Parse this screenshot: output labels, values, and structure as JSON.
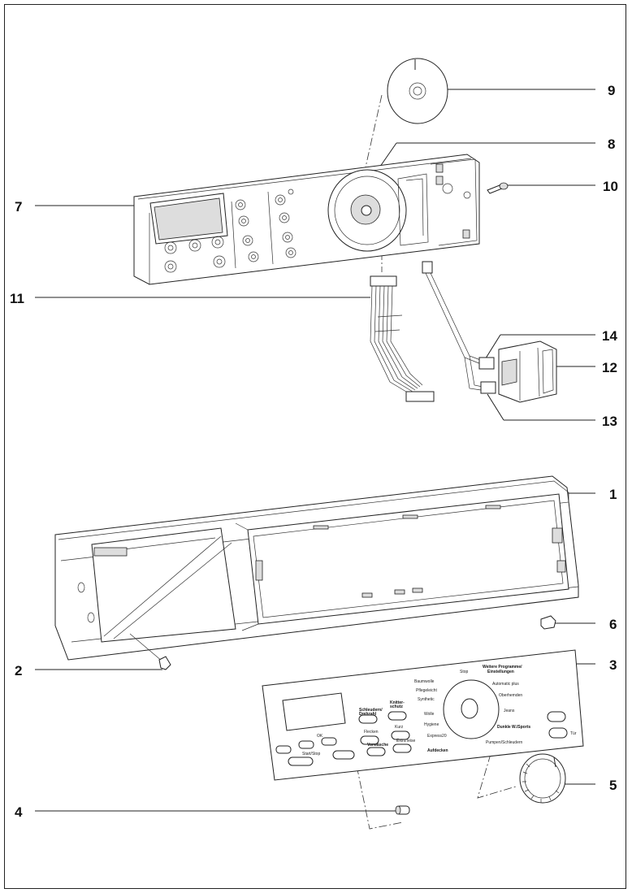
{
  "diagram": {
    "callouts": [
      "9",
      "8",
      "10",
      "7",
      "11",
      "14",
      "12",
      "13",
      "1",
      "6",
      "2",
      "3",
      "5",
      "4"
    ],
    "panel_labels": {
      "baumwolle": "Baumwolle",
      "pflegeleicht": "Pflegeleicht",
      "synthetic": "Synthetic",
      "wolle": "Wolle",
      "hygiene": "Hygiene",
      "express": "Express20",
      "stop": "Stop",
      "weitere": "Weitere Programme/",
      "einstellungen": "Einstellungen",
      "automatic": "Automatic plus",
      "oberhemden": "Oberhemden",
      "jeans": "Jeans",
      "dunkle": "Dunkle W./Sports",
      "pumpen": "Pumpen/Schleudern",
      "aufdecken": "Aufdecken",
      "schleuder": "Schleudern/",
      "drehzahl": "Drehzahl",
      "knitter": "Knitter-",
      "schutz": "schutz",
      "flecken": "Flecken",
      "kurz": "Kurz",
      "extra": "Extra leise",
      "vorwasche": "Vorwäsche",
      "start": "Start/Stop",
      "ok": "OK",
      "tur": "Tür"
    }
  }
}
